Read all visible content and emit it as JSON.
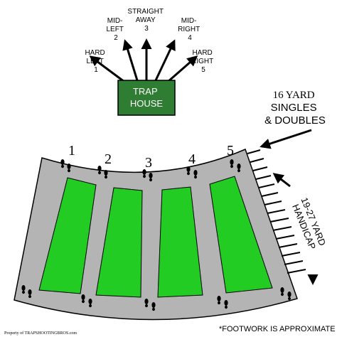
{
  "directions": [
    {
      "id": "hard-left",
      "lines": [
        "HARD",
        "LEFT",
        "1"
      ]
    },
    {
      "id": "mid-left",
      "lines": [
        "MID-",
        "LEFT",
        "2"
      ]
    },
    {
      "id": "straight-away",
      "lines": [
        "STRAIGHT",
        "AWAY",
        "3"
      ]
    },
    {
      "id": "mid-right",
      "lines": [
        "MID-",
        "RIGHT",
        "4"
      ]
    },
    {
      "id": "hard-right",
      "lines": [
        "HARD",
        "RIGHT",
        "5"
      ]
    }
  ],
  "trap_house": {
    "lines": [
      "TRAP",
      "HOUSE"
    ]
  },
  "station_numbers": [
    "1",
    "2",
    "3",
    "4",
    "5"
  ],
  "singles": {
    "lines": [
      "16 YARD",
      "SINGLES",
      "& DOUBLES"
    ]
  },
  "handicap": {
    "lines": [
      "19-27 YARD",
      "HANDICAP"
    ]
  },
  "footnote": "*FOOTWORK IS APPROXIMATE",
  "property": "Property of TRAPSHOOTINGBROS.com",
  "colors": {
    "trap_house": "#2e7d32",
    "field_green": "#22cc22",
    "walkway": "#b4b4b4",
    "outline": "#000000"
  }
}
